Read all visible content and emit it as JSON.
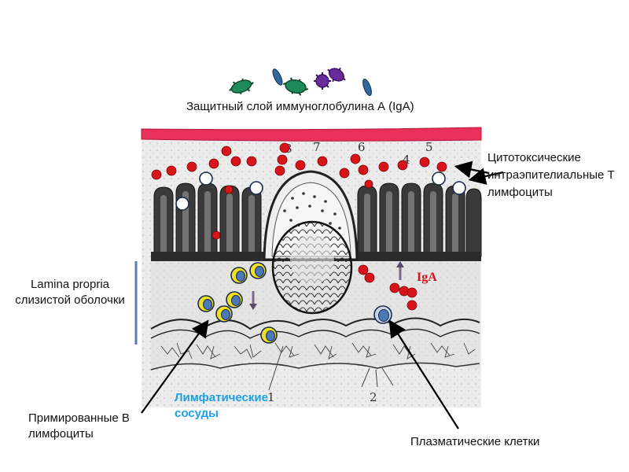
{
  "labels": {
    "iga_layer": "Защитный слой иммуноглобулина А (IgA)",
    "cytotoxic": "Цитотоксические интраэпителиальные Т лимфоциты",
    "lamina_propria": "Lamina propria слизистой оболочки",
    "primed_b": "Примированные В лимфоциты",
    "plasma_cells": "Плазматические клетки",
    "lymph_vessels": "Лимфатические сосуды",
    "iga": "IgA"
  },
  "figure_numbers": [
    "3",
    "7",
    "6",
    "5",
    "4",
    "1",
    "2"
  ],
  "colors": {
    "mucus_layer": "#e8305a",
    "iga_dots": "#d8141b",
    "primed_b_cell_ring": "#f0e21a",
    "plasma_cell": "#4a78b8",
    "lymph_label": "#1fa0e3",
    "lamina_bracket": "#5b7db0",
    "bacteria_green": "#1f8a5a",
    "bacteria_purple": "#6a2a9a",
    "bacteria_blue": "#35689a"
  }
}
